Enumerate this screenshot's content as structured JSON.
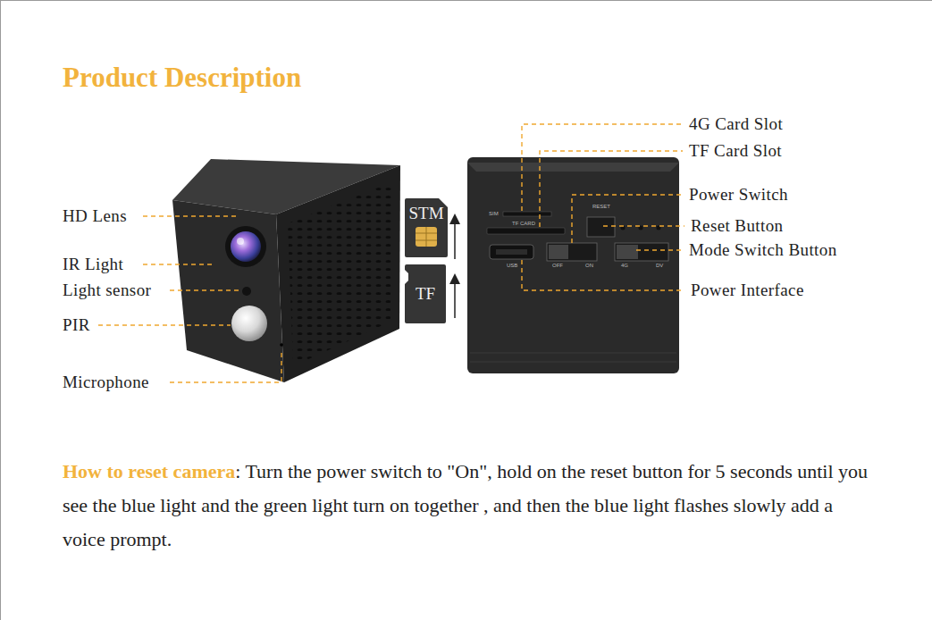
{
  "diagram": {
    "title": "Product Description",
    "nodes": [
      {
        "text": [
          "STM"
        ]
      },
      {
        "text": [
          "TF"
        ]
      }
    ],
    "labels": [
      "HD Lens",
      "IR Light",
      "Light sensor",
      "PIR",
      "Microphone",
      "4G Card Slot",
      "TF Card Slot",
      "Power Switch",
      "Reset Button",
      "Mode Switch Button",
      "Power Interface",
      "SIM",
      "TF CARD",
      "RESET",
      "USB",
      "OFF",
      "ON",
      "4G",
      "DV",
      "How to reset camera",
      ": Turn the power switch to \"On\", hold on the reset button for 5 seconds until you see the blue light and the green light turn on together , and then the blue light flashes slowly add a voice prompt."
    ]
  }
}
